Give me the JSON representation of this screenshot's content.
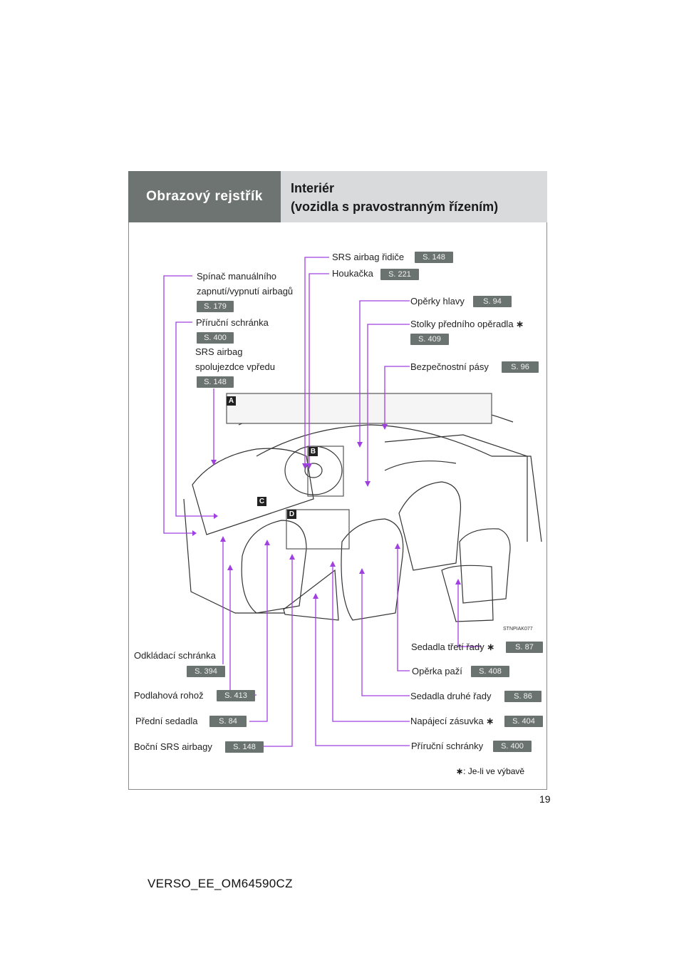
{
  "header": {
    "section": "Obrazový rejstřík",
    "title_line1": "Interiér",
    "title_line2": "(vozidla s pravostranným řízením)"
  },
  "labels": {
    "srs_driver": {
      "text": "SRS airbag řidiče",
      "page": "S. 148"
    },
    "horn": {
      "text": "Houkačka",
      "page": "S. 221"
    },
    "airbag_switch": {
      "line1": "Spínač manuálního",
      "line2": "zapnutí/vypnutí airbagů",
      "page": "S. 179"
    },
    "headrests": {
      "text": "Opěrky hlavy",
      "page": "S. 94"
    },
    "glovebox": {
      "text": "Příruční schránka",
      "page": "S. 400"
    },
    "seatback_tables": {
      "text": "Stolky předního opěradla",
      "star": "∗",
      "page": "S. 409"
    },
    "srs_passenger": {
      "line1": "SRS airbag",
      "line2": "spolujezdce vpředu",
      "page": "S. 148"
    },
    "seatbelts": {
      "text": "Bezpečnostní pásy",
      "page": "S. 96"
    },
    "third_row": {
      "text": "Sedadla třetí řady",
      "star": "∗",
      "page": "S. 87"
    },
    "tray": {
      "text": "Odkládací schránka",
      "page": "S. 394"
    },
    "armrest": {
      "text": "Opěrka paží",
      "page": "S. 408"
    },
    "floor_mat": {
      "text": "Podlahová rohož",
      "page": "S. 413"
    },
    "second_row": {
      "text": "Sedadla druhé řady",
      "page": "S. 86"
    },
    "front_seats": {
      "text": "Přední sedadla",
      "page": "S. 84"
    },
    "power_outlet": {
      "text": "Napájecí zásuvka",
      "star": "∗",
      "page": "S. 404"
    },
    "side_airbags": {
      "text": "Boční SRS airbagy",
      "page": "S. 148"
    },
    "storage": {
      "text": "Příruční schránky",
      "page": "S. 400"
    }
  },
  "markers": [
    "A",
    "B",
    "C",
    "D"
  ],
  "image_code": "STNPIAK077",
  "note": {
    "star": "∗",
    "text": ": Je-li ve výbavě"
  },
  "page_number": "19",
  "footer": "VERSO_EE_OM64590CZ",
  "colors": {
    "leader": "#a040e0",
    "header_dark": "#6d7471",
    "header_light": "#d8dadb",
    "page_badge": "#6b7370"
  }
}
